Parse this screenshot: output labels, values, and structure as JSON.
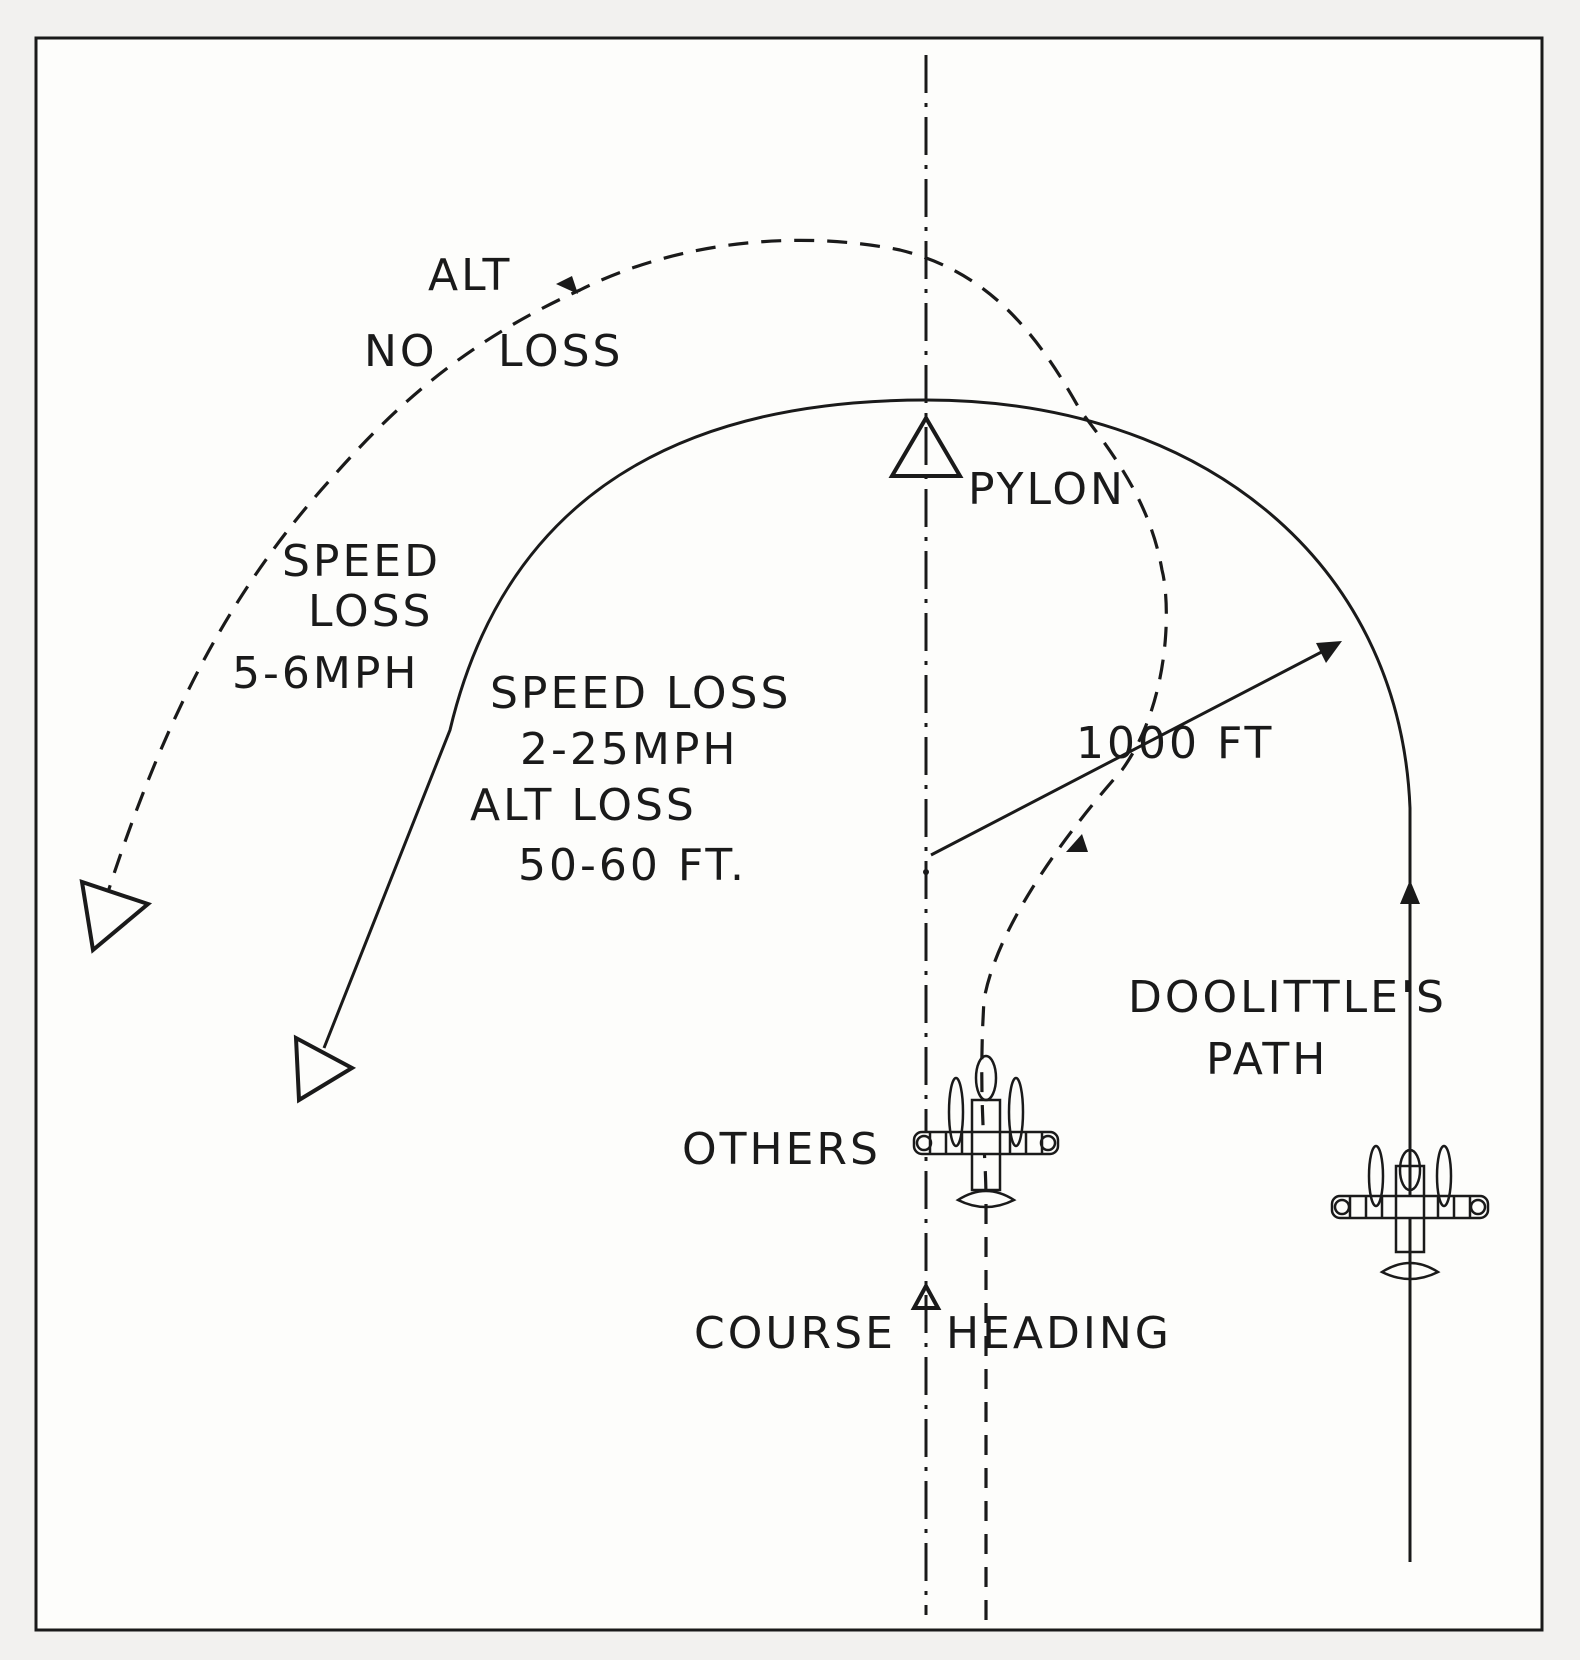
{
  "labels": {
    "alt": "ALT",
    "no": "NO",
    "loss": "LOSS",
    "pylon": "PYLON",
    "outer_speed": "SPEED",
    "outer_loss": "LOSS",
    "outer_mph": "5-6MPH",
    "inner_speed_loss": "SPEED LOSS",
    "inner_mph": "2-25MPH",
    "alt_loss": "ALT  LOSS",
    "alt_ft": "50-60 FT.",
    "radius": "1000 FT",
    "doolittles": "DOOLITTLE'S",
    "path": "PATH",
    "others": "OTHERS",
    "course": "COURSE",
    "heading": "HEADING"
  }
}
